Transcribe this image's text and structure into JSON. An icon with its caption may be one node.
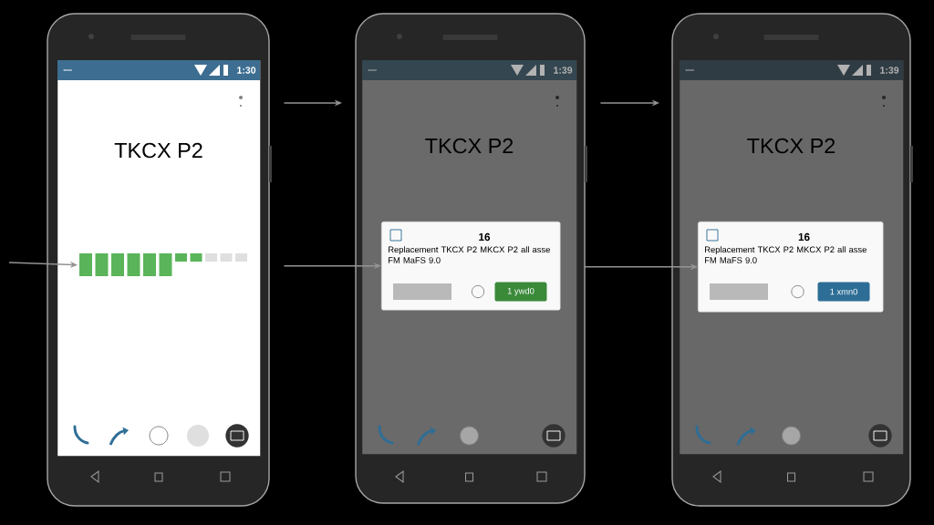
{
  "diagram": {
    "nodes": [
      {
        "text": [
          "TKCX P2"
        ]
      },
      {
        "text": [],
        "shape": "bar",
        "in": 0
      },
      {
        "text": [
          "TKCX P2"
        ]
      },
      {
        "text": [
          "16",
          "Replacement TKCX P2 MKCX P2 all asse FM MaFS 9.0",
          "1 ywd0"
        ],
        "in": 2
      },
      {
        "text": [
          "TKCX P2"
        ]
      },
      {
        "text": [
          "16",
          "Replacement TKCX P2 MKCX P2 all asse FM MaFS 9.0",
          "1 xmn0"
        ],
        "in": 4
      }
    ],
    "edges": [
      {
        "from": null,
        "to": 1,
        "arrow": "to"
      },
      {
        "from": 0,
        "to": 2,
        "arrow": "to"
      },
      {
        "from": 0,
        "to": 3,
        "arrow": "to"
      },
      {
        "from": 2,
        "to": 4,
        "arrow": "to"
      },
      {
        "from": 3,
        "to": 5,
        "arrow": "to"
      }
    ],
    "labels": [
      "1:30",
      "1:39",
      "1:39"
    ]
  }
}
